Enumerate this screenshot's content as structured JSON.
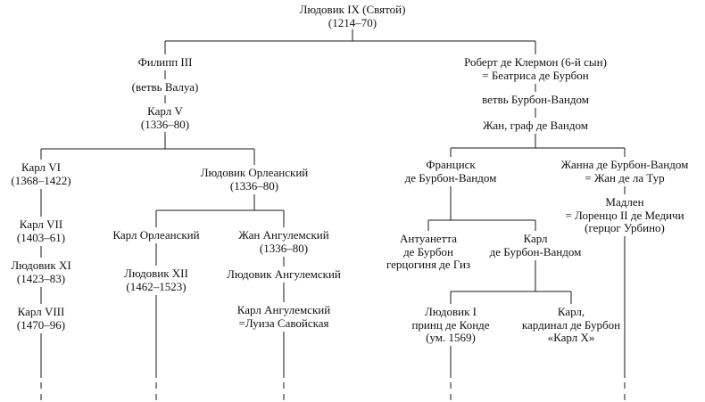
{
  "diagram": {
    "type": "family-tree",
    "language": "ru",
    "line_color": "#1a1a1a",
    "background": "#ffffff"
  },
  "nodes": {
    "ludovik_ix": [
      "Людовик IX (Святой)",
      "(1214–70)"
    ],
    "filipp_iii": [
      "Филипп III"
    ],
    "vetv_valua": [
      "(ветвь Валуа)"
    ],
    "karl_v": [
      "Карл V",
      "(1336–80)"
    ],
    "karl_vi": [
      "Карл VI",
      "(1368–1422)"
    ],
    "karl_vii": [
      "Карл VII",
      "(1403–61)"
    ],
    "ludovik_xi": [
      "Людовик XI",
      "(1423–83)"
    ],
    "karl_viii": [
      "Карл VIII",
      "(1470–96)"
    ],
    "ludovik_orleanskiy": [
      "Людовик Орлеанский",
      "(1336–80)"
    ],
    "karl_orleanskiy": [
      "Карл Орлеанский"
    ],
    "ludovik_xii": [
      "Людовик XII",
      "(1462–1523)"
    ],
    "zhan_angulemskiy": [
      "Жан Ангулемский",
      "(1336–80)"
    ],
    "ludovik_angulemskiy": [
      "Людовик Ангулемский"
    ],
    "karl_angulemskiy": [
      "Карл Ангулемский",
      "=Луиза Савойская"
    ],
    "robert_klermon": [
      "Роберт де Клермон (6-й сын)",
      "= Беатриса де Бурбон"
    ],
    "vetv_burbon_vandom": [
      "ветвь Бурбон-Вандом"
    ],
    "zhan_graf_vandom": [
      "Жан, граф де Вандом"
    ],
    "francisk_burbon_vandom": [
      "Франциск",
      "де Бурбон-Вандом"
    ],
    "zhanna_burbon_vandom": [
      "Жанна де Бурбон-Вандом",
      "= Жан де ла Тур"
    ],
    "madlen": [
      "Мадлен",
      "= Лоренцо II де Медичи",
      "(герцог Урбино)"
    ],
    "antuanetta": [
      "Антуанетта",
      "де Бурбон",
      "герцогиня де Гиз"
    ],
    "karl_burbon_vandom": [
      "Карл",
      "де Бурбон-Вандом"
    ],
    "ludovik_i_konde": [
      "Людовик I",
      "принц де Конде",
      "(ум. 1569)"
    ],
    "karl_kardinal": [
      "Карл,",
      "кардинал де Бурбон",
      "«Карл X»"
    ]
  }
}
